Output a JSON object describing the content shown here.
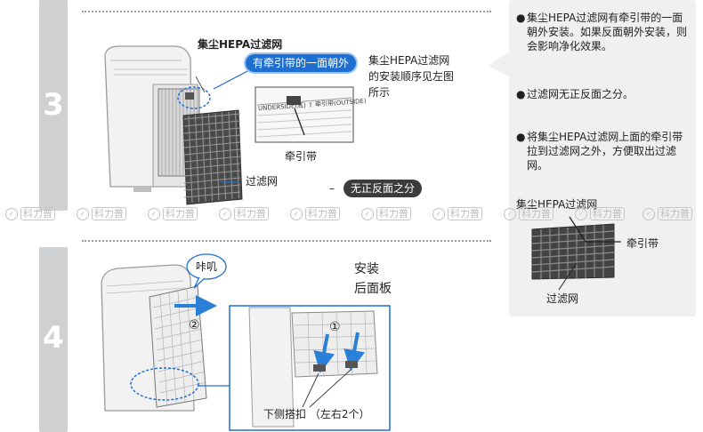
{
  "step3": {
    "number": "3",
    "label_hepa": "集尘HEPA过滤网",
    "pill_blue": "有牵引带的一面朝外",
    "note_lines": [
      "集尘HEPA过滤网",
      "的安装顺序见左图",
      "所示"
    ],
    "strap_label": "牵引带",
    "filter_label": "过滤网",
    "pill_dark": "无正反面之分",
    "dash_glyph": "–",
    "strip_text": "UNDERSIDE(底)  ⇧ 牵引带(OUTSIDE)"
  },
  "step4": {
    "number": "4",
    "bubble": "咔叽",
    "circle1": "①",
    "circle2": "②",
    "title_lines": [
      "安装",
      "后面板"
    ],
    "caption": "下侧搭扣 （左右2个）"
  },
  "panel": {
    "bullets": [
      "集尘HEPA过滤网有牵引带的一面朝外安装。如果反面朝外安装，则会影响净化效果。",
      "过滤网无正反面之分。",
      "将集尘HEPA过滤网上面的牵引带拉到过滤网之外，方便取出过滤网。"
    ],
    "bullet_mark": "●",
    "diagram_title": "集尘HEPA过滤网",
    "diagram_strap": "牵引带",
    "diagram_filter": "过滤网"
  },
  "watermark": {
    "ring": "✓",
    "text": "科力普"
  },
  "colors": {
    "blue": "#1f6fd0",
    "bar": "#cfd0d2",
    "panel": "#f0f0f1",
    "circle": "#2a7fd6"
  }
}
